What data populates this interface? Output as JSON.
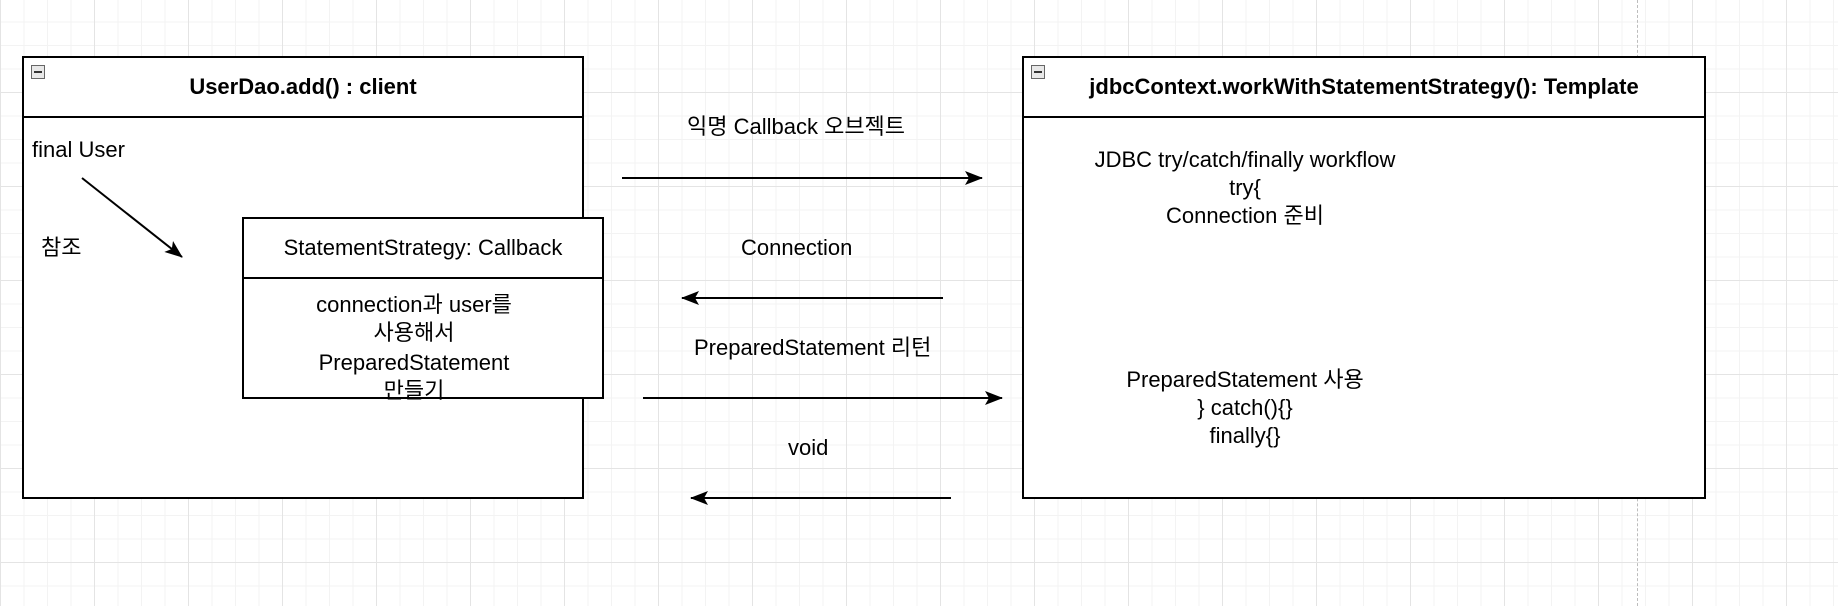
{
  "client_box": {
    "title": "UserDao.add() : client",
    "final_user_label": "final User",
    "reference_label": "참조"
  },
  "callback_box": {
    "title": "StatementStrategy: Callback",
    "body_lines": [
      "connection과 user를",
      "사용해서",
      "PreparedStatement",
      "만들기"
    ]
  },
  "template_box": {
    "title": "jdbcContext.workWithStatementStrategy(): Template",
    "top_lines": [
      "JDBC try/catch/finally workflow",
      "try{",
      "Connection 준비"
    ],
    "bottom_lines": [
      "PreparedStatement 사용",
      "} catch(){}",
      "finally{}"
    ]
  },
  "messages": {
    "anon_callback": "익명 Callback 오브젝트",
    "connection": "Connection",
    "prepared_return": "PreparedStatement 리턴",
    "void": "void"
  }
}
